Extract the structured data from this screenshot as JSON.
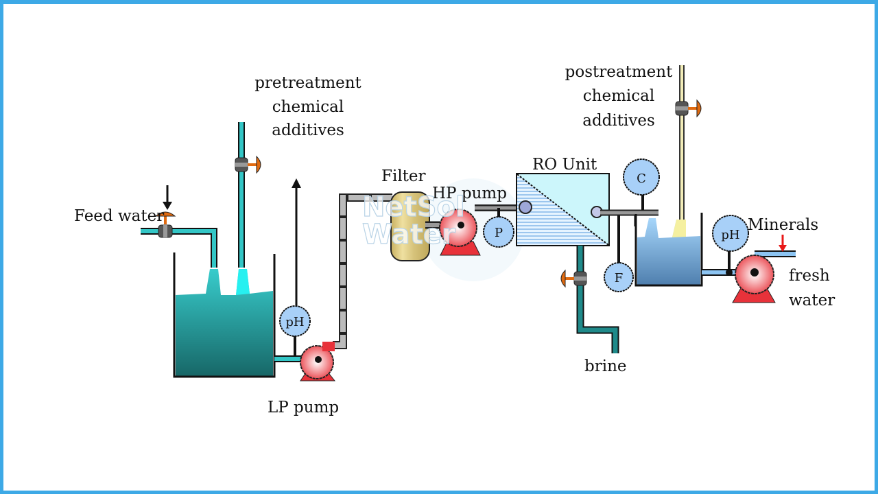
{
  "labels": {
    "feed_water": "Feed water",
    "pretreatment": [
      "pretreatment",
      "chemical",
      "additives"
    ],
    "lp_pump": "LP pump",
    "filter": "Filter",
    "hp_pump": "HP pump",
    "ro_unit": "RO Unit",
    "postreatment": [
      "postreatment",
      "chemical",
      "additives"
    ],
    "minerals": "Minerals",
    "fresh_water": [
      "fresh",
      "water"
    ],
    "brine": "brine"
  },
  "gauges": {
    "ph_1": "pH",
    "pressure": "P",
    "conductivity": "C",
    "flow": "F",
    "ph_2": "pH"
  },
  "watermark": [
    "NetSol",
    "Water"
  ],
  "colors": {
    "frame": "#3da9e6",
    "feed_water": "#33c6c6",
    "brine": "#1f8a8a",
    "product_water": "#8cc4f2",
    "pump": "#e8323a",
    "gauge": "#a8d0f8",
    "valve_handle": "#e06a10",
    "filter": "#d6c27a",
    "post_chemical": "#f2ecb8"
  }
}
